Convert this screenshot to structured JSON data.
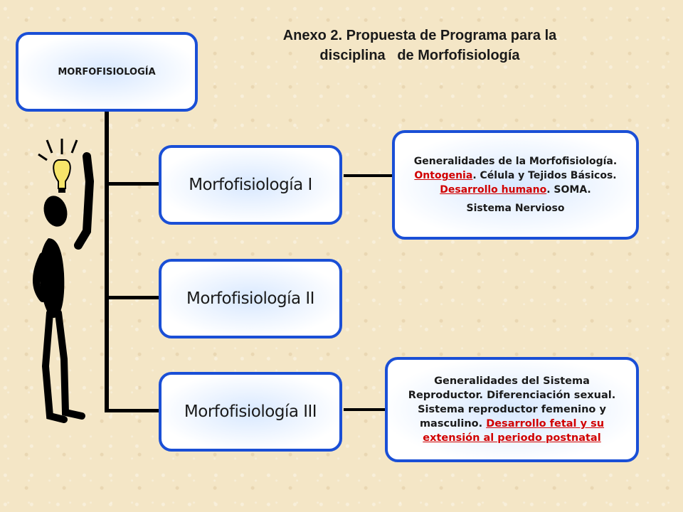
{
  "title": {
    "line1": "Anexo 2. Propuesta de Programa para la",
    "line2": "disciplina   de Morfofisiología"
  },
  "root": {
    "label": "MORFOFISIOLOGÍA"
  },
  "modules": [
    {
      "label": "Morfofisiología I"
    },
    {
      "label": "Morfofisiología II"
    },
    {
      "label": "Morfofisiología III"
    }
  ],
  "desc1": {
    "t1": "Generalidades de la Morfofisiología. ",
    "r1": "Ontogenia",
    "t2": ". Célula y Tejidos Básicos. ",
    "r2": "Desarrollo humano",
    "t3": ". SOMA.",
    "t4": "Sistema Nervioso"
  },
  "desc3": {
    "t1": "Generalidades del Sistema Reproductor. Diferenciación sexual. Sistema reproductor femenino  y masculino. ",
    "r1": "Desarrollo fetal y su extensión al periodo postnatal"
  },
  "colors": {
    "box_border": "#1a4fd6",
    "highlight": "#d10000",
    "background": "#f4e6c6"
  },
  "icons": [
    "lightbulb-icon",
    "stick-figure-icon"
  ]
}
